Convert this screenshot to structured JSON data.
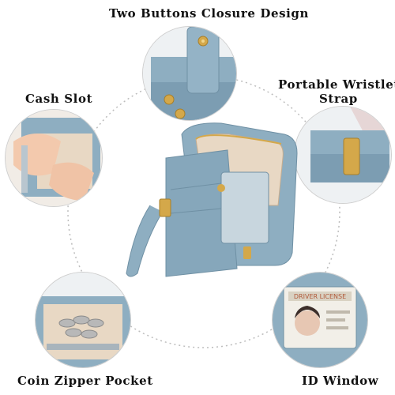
{
  "features": {
    "top": "Two Buttons Closure Design",
    "left_upper": "Cash Slot",
    "right_upper_line1": "Portable Wristlet",
    "right_upper_line2": "Strap",
    "left_lower": "Coin Zipper Pocket",
    "right_lower": "ID Window"
  },
  "id_card": {
    "header": "DRIVER LICENSE"
  },
  "colors": {
    "leather": "#8eaec1",
    "leather_dark": "#6f90a4",
    "lining": "#e8d8c4",
    "gold": "#d4a84a"
  }
}
